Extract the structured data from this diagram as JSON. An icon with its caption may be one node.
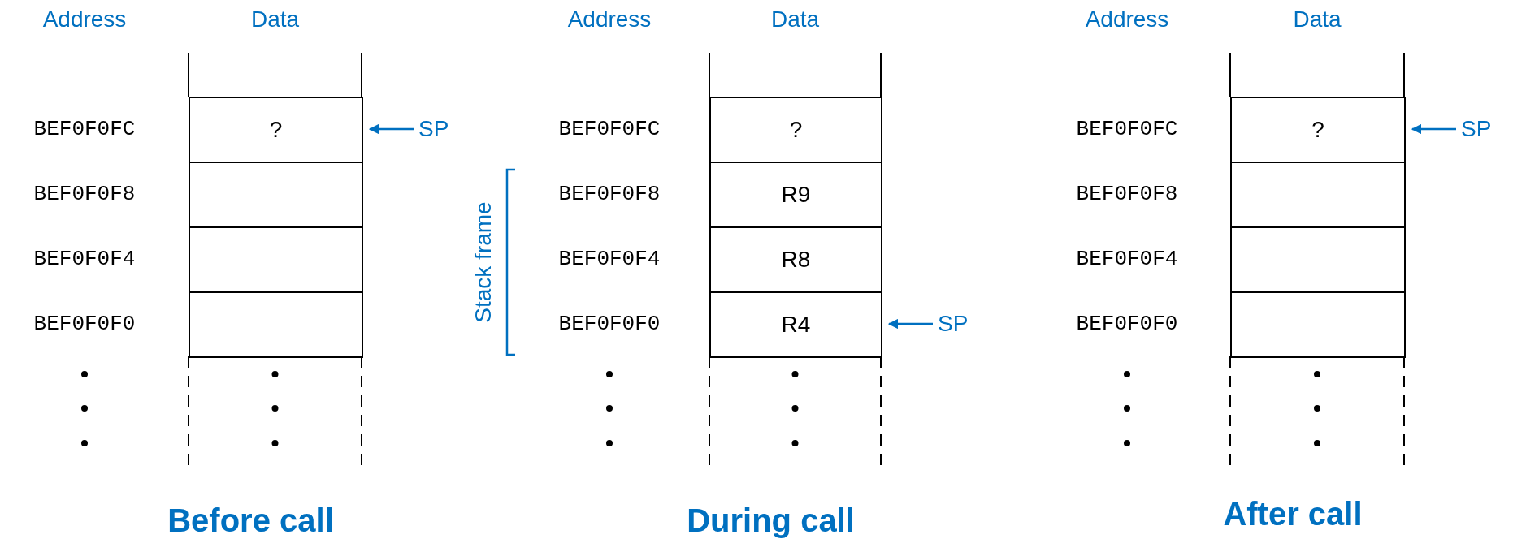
{
  "diagram": {
    "nodes": [
      {
        "text": [
          "?"
        ]
      },
      {
        "text": [
          "SP"
        ]
      },
      {
        "text": [],
        "shape": "box"
      },
      {
        "text": [],
        "shape": "box"
      },
      {
        "text": [],
        "shape": "box"
      },
      {
        "text": [
          "?"
        ]
      },
      {
        "text": [
          "R9"
        ]
      },
      {
        "text": [
          "R8"
        ]
      },
      {
        "text": [
          "R4"
        ]
      },
      {
        "text": [
          "SP"
        ]
      },
      {
        "text": [
          "?"
        ]
      },
      {
        "text": [
          "SP"
        ]
      },
      {
        "text": [],
        "shape": "box"
      },
      {
        "text": [],
        "shape": "box"
      },
      {
        "text": [],
        "shape": "box"
      }
    ],
    "edges": [
      {
        "from": 1,
        "to": 0,
        "arrow": "to"
      },
      {
        "from": 9,
        "to": 8,
        "arrow": "to"
      },
      {
        "from": 11,
        "to": 10,
        "arrow": "to"
      }
    ],
    "labels": [
      "Address",
      "Data",
      "BEF0F0FC",
      "BEF0F0F8",
      "BEF0F0F4",
      "BEF0F0F0",
      "Before call",
      "Address",
      "Data",
      "Stack frame",
      "BEF0F0FC",
      "BEF0F0F8",
      "BEF0F0F4",
      "BEF0F0F0",
      "During call",
      "Address",
      "Data",
      "BEF0F0FC",
      "BEF0F0F8",
      "BEF0F0F4",
      "BEF0F0F0",
      "After call"
    ]
  }
}
